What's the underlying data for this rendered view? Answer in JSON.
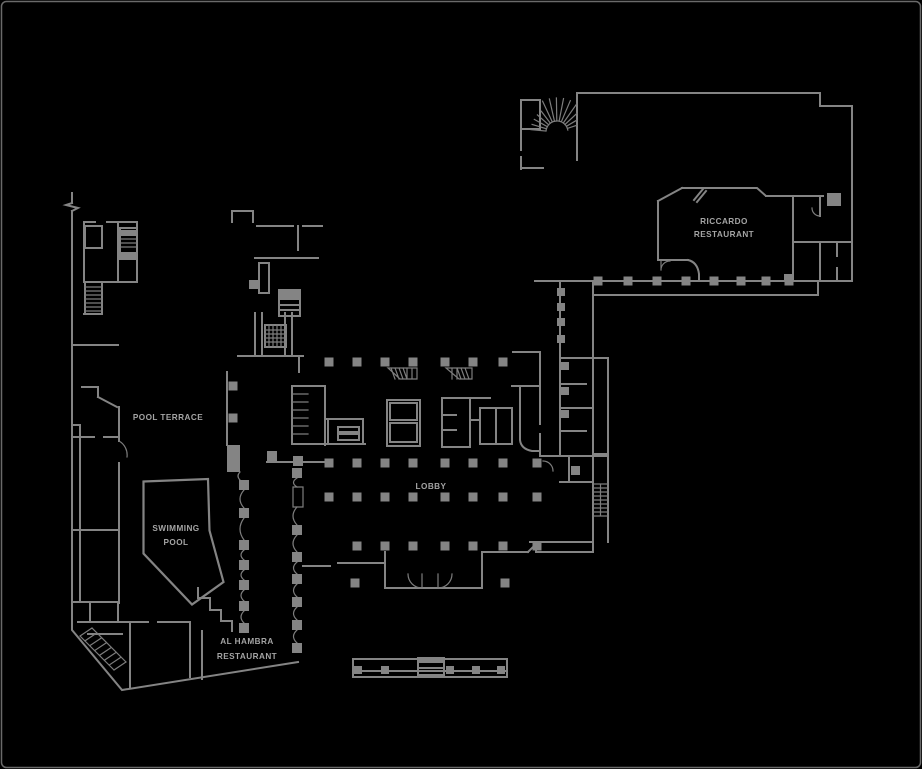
{
  "colors": {
    "background": "#000000",
    "wall": "#848484",
    "fine": "#7d7d7d",
    "text": "#a4a4a4",
    "frame": "#6a6a6a"
  },
  "labels": {
    "riccardo": {
      "line1": "RICCARDO",
      "line2": "RESTAURANT"
    },
    "pool_terrace": "POOL TERRACE",
    "swimming_pool": {
      "line1": "SWIMMING",
      "line2": "POOL"
    },
    "lobby": "LOBBY",
    "al_hambra": {
      "line1": "AL HAMBRA",
      "line2": "RESTAURANT"
    }
  }
}
